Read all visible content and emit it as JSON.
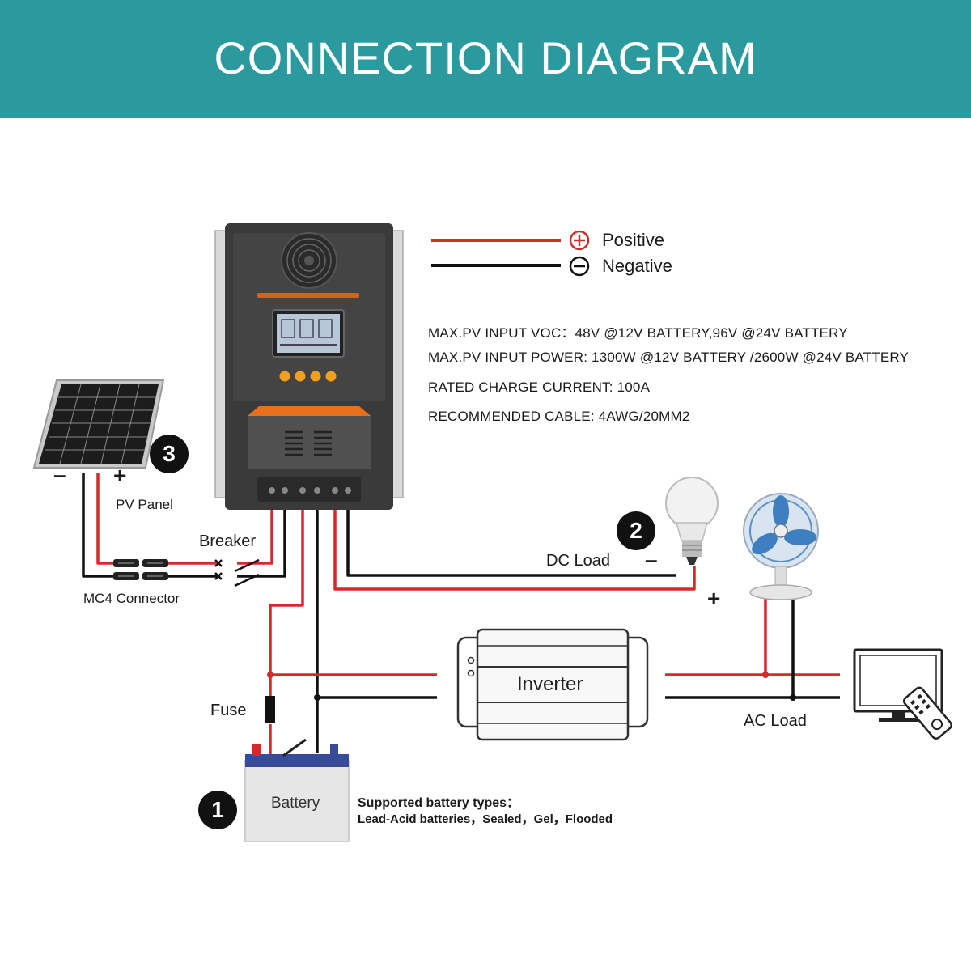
{
  "header": {
    "title": "CONNECTION DIAGRAM"
  },
  "legend": {
    "positive": "Positive",
    "negative": "Negative"
  },
  "specs": [
    "MAX.PV INPUT VOC：48V @12V BATTERY,96V @24V BATTERY",
    "MAX.PV INPUT POWER: 1300W @12V BATTERY /2600W @24V BATTERY",
    "RATED CHARGE CURRENT: 100A",
    "RECOMMENDED CABLE: 4AWG/20MM2"
  ],
  "labels": {
    "pv_panel": "PV Panel",
    "breaker": "Breaker",
    "mc4_connector": "MC4 Connector",
    "dc_load": "DC Load",
    "inverter": "Inverter",
    "ac_load": "AC Load",
    "fuse": "Fuse",
    "battery": "Battery",
    "plus": "+",
    "minus": "–"
  },
  "badges": {
    "battery": "1",
    "dc_load": "2",
    "pv_panel": "3"
  },
  "battery_types": {
    "title": "Supported battery types：",
    "list": "Lead-Acid batteries，Sealed，Gel，Flooded"
  },
  "colors": {
    "header": "#2a9a9f",
    "positive_wire": "#d42a2a",
    "negative_wire": "#111111",
    "controller_body": "#3a3a3a",
    "controller_accent": "#e8701a"
  }
}
